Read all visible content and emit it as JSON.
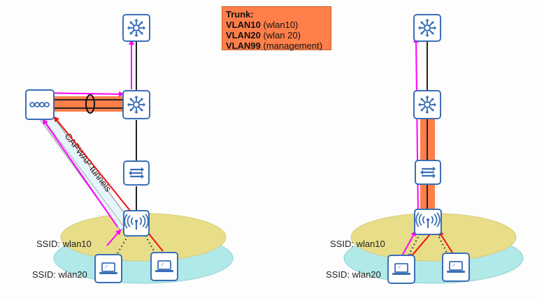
{
  "trunk_legend": {
    "title": "Trunk:",
    "entries": [
      {
        "vlan": "VLAN10",
        "desc": "(wlan10)"
      },
      {
        "vlan": "VLAN20",
        "desc": "(wlan 20)"
      },
      {
        "vlan": "VLAN99",
        "desc": "(management)"
      }
    ]
  },
  "left_diagram": {
    "tunnel_label": "CAPWAP tunnels",
    "ssid1_label": "SSID: wlan10",
    "ssid2_label": "SSID: wlan20",
    "nodes": [
      "core-switch",
      "distribution-switch",
      "wlc",
      "access-switch",
      "lightweight-ap",
      "client-laptop-1",
      "client-laptop-2"
    ]
  },
  "right_diagram": {
    "ssid1_label": "SSID: wlan10",
    "ssid2_label": "SSID: wlan20",
    "nodes": [
      "core-switch",
      "distribution-switch",
      "access-switch",
      "autonomous-ap",
      "client-laptop-1",
      "client-laptop-2"
    ]
  },
  "colors": {
    "trunk": "#ff7f4a",
    "wlan10_cell": "#e8de8a",
    "wlan20_cell": "#b1e8e8",
    "data_flow": "#ff00ff",
    "control_flow": "#ee1111",
    "node_border": "#3b6fb6"
  }
}
